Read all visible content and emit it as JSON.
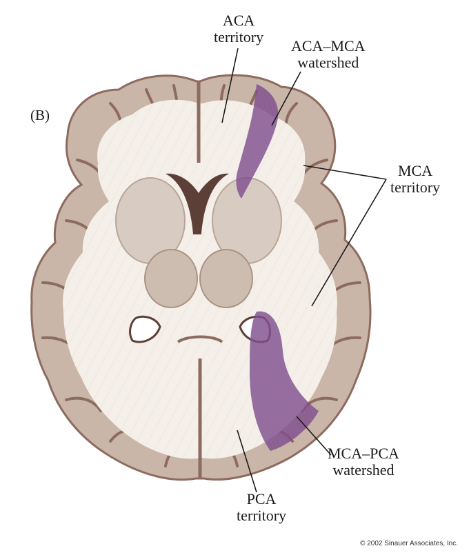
{
  "panel_letter": "(B)",
  "labels": {
    "aca_territory": [
      "ACA",
      "territory"
    ],
    "aca_mca_watershed": [
      "ACA–MCA",
      "watershed"
    ],
    "mca_territory": [
      "MCA",
      "territory"
    ],
    "mca_pca_watershed": [
      "MCA–PCA",
      "watershed"
    ],
    "pca_territory": [
      "PCA",
      "territory"
    ]
  },
  "copyright": "© 2002 Sinauer Associates, Inc.",
  "colors": {
    "gray_matter": "#c9b6a8",
    "gray_matter_dark": "#8d6b5e",
    "white_matter": "#f4efe8",
    "deep_nuclei": "#d8cbc1",
    "ventricle": "#5c4038",
    "watershed": "#7d4c8c"
  }
}
